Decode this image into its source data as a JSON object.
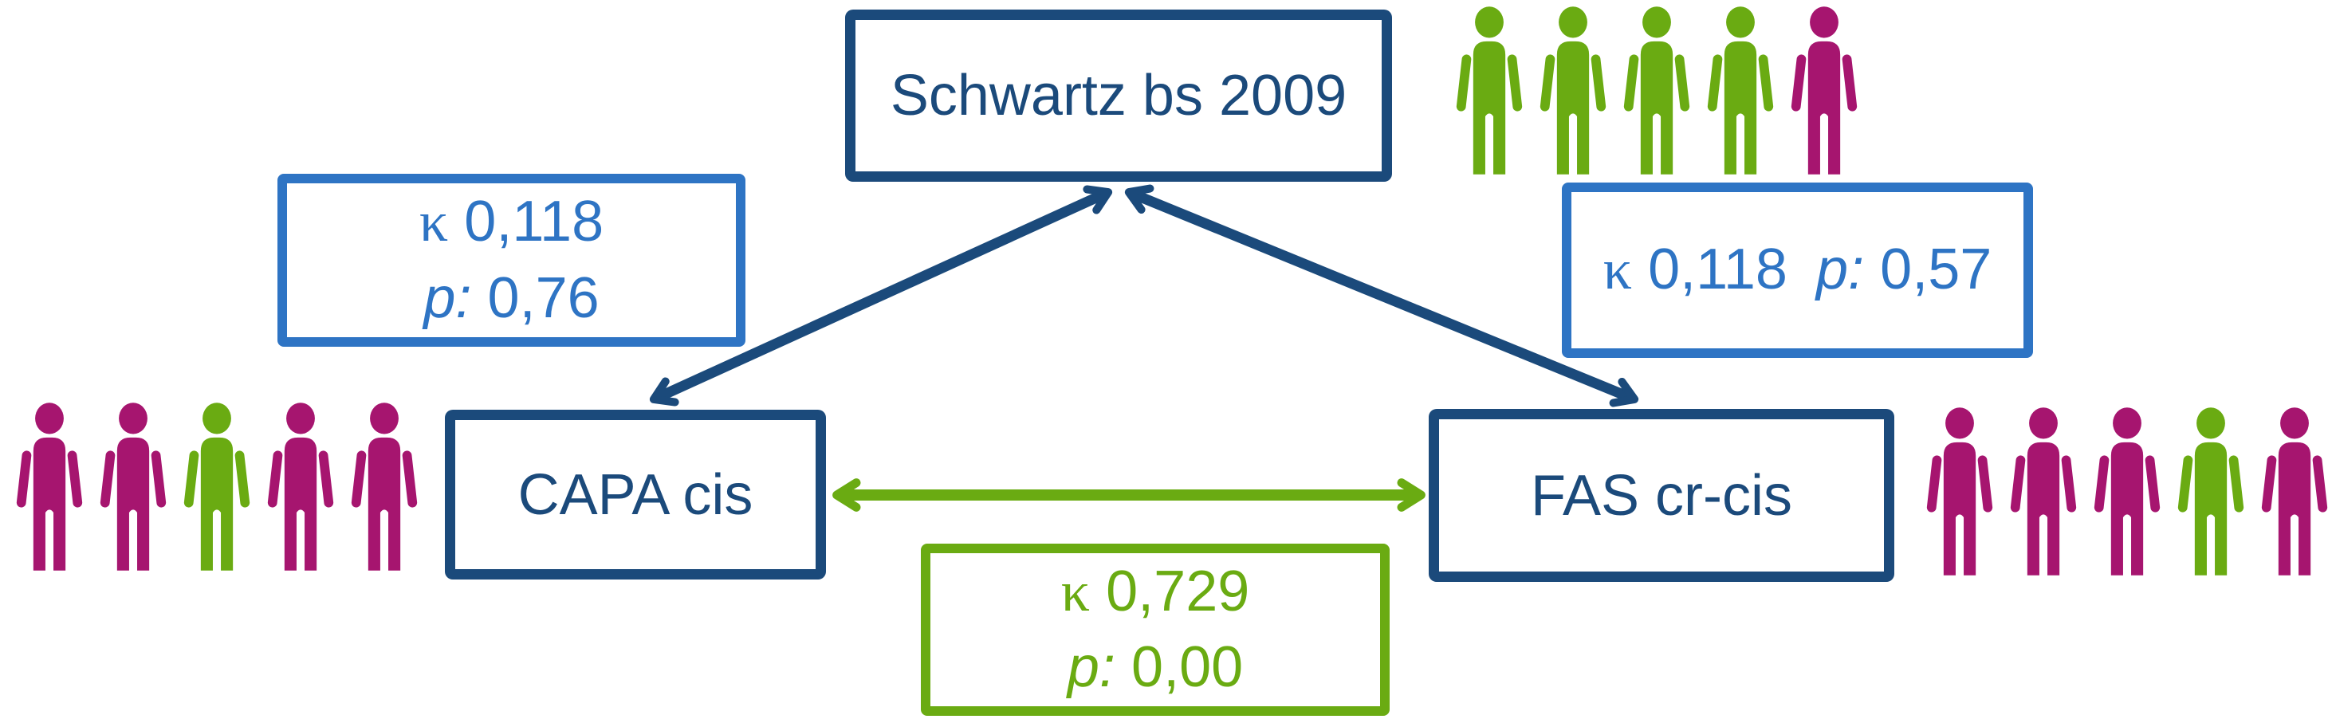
{
  "colors": {
    "dark_blue": "#1B4A7B",
    "medium_blue": "#2E74C4",
    "green": "#6AAB12",
    "magenta": "#A6156F",
    "white": "#FFFFFF"
  },
  "nodes": {
    "top": {
      "label": "Schwartz bs 2009"
    },
    "left": {
      "label": "CAPA cis"
    },
    "right": {
      "label": "FAS cr-cis"
    }
  },
  "edges": {
    "capa_schwartz": {
      "kappa_symbol": "κ",
      "kappa_value": "0,118",
      "p_label": "p:",
      "p_value": "0,76"
    },
    "fas_schwartz": {
      "kappa_symbol": "κ",
      "kappa_value": "0,118",
      "p_label": "p:",
      "p_value": "0,57"
    },
    "capa_fas": {
      "kappa_symbol": "κ",
      "kappa_value": "0,729",
      "p_label": "p:",
      "p_value": "0,00"
    }
  },
  "person_groups": {
    "top_right": [
      "green",
      "green",
      "green",
      "green",
      "magenta"
    ],
    "left": [
      "magenta",
      "magenta",
      "green",
      "magenta",
      "magenta"
    ],
    "right": [
      "magenta",
      "magenta",
      "magenta",
      "green",
      "magenta"
    ]
  }
}
